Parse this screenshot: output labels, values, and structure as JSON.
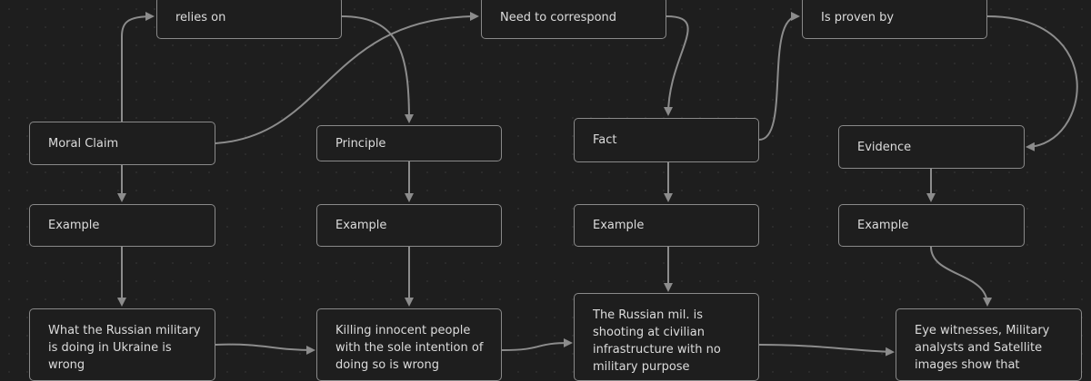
{
  "nodes": {
    "relies_on": "relies on",
    "need_to_correspond": "Need to correspond",
    "is_proven_by": "Is proven by",
    "moral_claim": "Moral Claim",
    "principle": "Principle",
    "fact": "Fact",
    "evidence": "Evidence",
    "example_1": "Example",
    "example_2": "Example",
    "example_3": "Example",
    "example_4": "Example",
    "moral_claim_example": "What the Russian military is doing in Ukraine is wrong",
    "principle_example": "Killing innocent people with the sole intention of doing so is wrong",
    "fact_example": "The Russian mil. is shooting at civilian infrastructure with no military purpose",
    "evidence_example": "Eye witnesses, Military analysts and Satellite images show that"
  },
  "colors": {
    "background": "#1e1e1e",
    "node_border": "#8a8a8a",
    "edge": "#8c8c8c",
    "text": "#dcdcdc"
  }
}
